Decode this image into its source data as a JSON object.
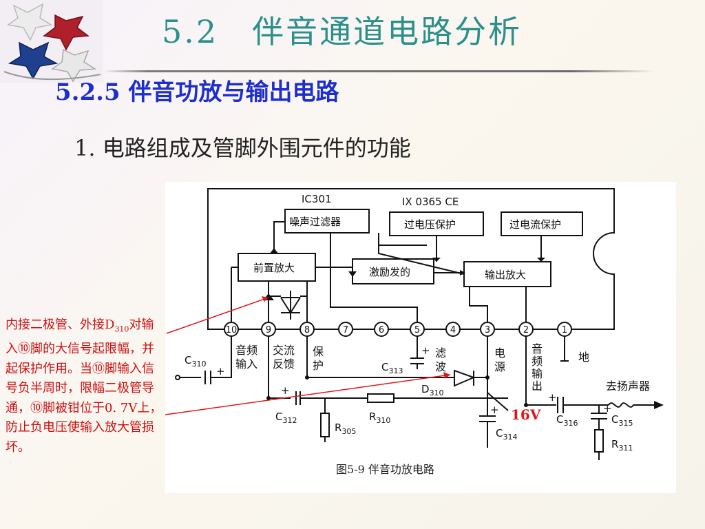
{
  "title": "5.2　伴音通道电路分析",
  "subtitle": "5.2.5  伴音功放与输出电路",
  "heading": "1. 电路组成及管脚外围元件的功能",
  "annotation": {
    "prefix": "内接二极管、外接D",
    "sub": "310",
    "rest": "对输入⑩脚的大信号起限幅，并起保护作用。当⑩脚输入信号负半周时，限幅二极管导通，⑩脚被钳位于0. 7V上，防止负电压使输入放大管损坏。"
  },
  "caption": "图5-9 伴音功放电路",
  "voltage": "16V",
  "circuit": {
    "ic_name": "IC301",
    "chip_model": "IX 0365 CE",
    "blocks": {
      "noise_filter": "噪声过滤器",
      "over_voltage": "过电压保护",
      "over_current": "过电流保护",
      "preamp": "前置放大",
      "driver": "激励发的",
      "output_amp": "输出放大"
    },
    "pins": [
      "10",
      "9",
      "8",
      "7",
      "6",
      "5",
      "4",
      "3",
      "2",
      "1"
    ],
    "pin_labels": {
      "p10a": "音频",
      "p10b": "输入",
      "p9a": "交流",
      "p9b": "反馈",
      "p8a": "保",
      "p8b": "护",
      "p5a": "滤",
      "p5b": "波",
      "p3a": "电",
      "p3b": "源",
      "p2a": "音",
      "p2b": "频",
      "p2c": "输",
      "p2d": "出",
      "p1": "地"
    },
    "components": {
      "c310": "C",
      "c310_sub": "310",
      "c313": "C",
      "c313_sub": "313",
      "d310": "D",
      "d310_sub": "310",
      "c312": "C",
      "c312_sub": "312",
      "r305": "R",
      "r305_sub": "305",
      "r310": "R",
      "r310_sub": "310",
      "c314": "C",
      "c314_sub": "314",
      "c316": "C",
      "c316_sub": "316",
      "c315": "C",
      "c315_sub": "315",
      "r311": "R",
      "r311_sub": "311"
    },
    "speaker_label": "去扬声器",
    "plus": "+"
  },
  "colors": {
    "title": "#2b8f8c",
    "subtitle": "#1e2ecc",
    "annotation": "#cc1010",
    "voltage": "#e01818"
  }
}
